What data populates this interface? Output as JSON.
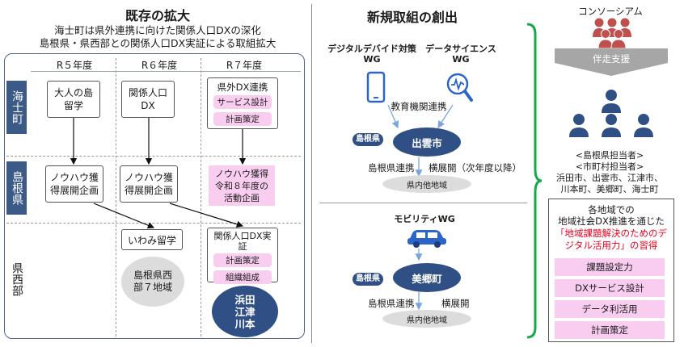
{
  "left": {
    "title": "既存の拡大",
    "subtitle1": "海士町は県外連携に向けた関係人口DXの深化",
    "subtitle2": "島根県・県西部との関係人口DX実証による取組拡大",
    "years": [
      "R５年度",
      "R６年度",
      "R７年度"
    ],
    "rows": [
      "海士町",
      "島根県",
      "県西部"
    ],
    "boxes": {
      "r5_ama": "大人の島留学",
      "r6_ama": "関係人口DX",
      "r7_ama_title": "県外DX連携",
      "r7_ama_pills": [
        "サービス設計",
        "計画策定"
      ],
      "r5_shimane": "ノウハウ獲得展開企画",
      "r6_shimane": "ノウハウ獲得展開企画",
      "r7_shimane": "ノウハウ獲得令和８年度の活動企画",
      "r6_west_iwami": "いわみ留学",
      "r6_west_circle": "島根県西部７地域",
      "r7_west_title": "関係人口DX実証",
      "r7_west_pills": [
        "計画策定",
        "組織組成"
      ],
      "r7_west_circle": "浜田江津川本"
    }
  },
  "middle": {
    "title": "新規取組の創出",
    "wg1": "デジタルデバイド対策WG",
    "wg2": "データサイエンスWG",
    "edu_link": "教育機関連携",
    "badge1": "島根県",
    "city1": "出雲市",
    "pref_link1": "島根県連携",
    "expand1": "横展開（次年度以降）",
    "other1": "県内他地域",
    "wg3": "モビリティWG",
    "badge2": "島根県",
    "city2": "美郷町",
    "pref_link2": "島根県連携",
    "expand2": "横展開",
    "other2": "県内他地域"
  },
  "right": {
    "consortium": "コンソーシアム",
    "support": "伴走支援",
    "officers1": "<島根県担当者>",
    "officers2": "<市町村担当者>",
    "cities1": "浜田市、出雲市、江津市、",
    "cities2": "川本町、美郷町、海士町",
    "goal1": "各地域での",
    "goal2": "地域社会DX推進を通じた",
    "goal3": "「地域課題解決のためのデ",
    "goal4": "ジタル活用力」の習得",
    "skills": [
      "課題設定力",
      "DXサービス設計",
      "データ利活用",
      "計画策定"
    ]
  },
  "colors": {
    "navy": "#3b5a88",
    "pink": "#f9cdef",
    "green": "#17a84a",
    "red": "#e6001e",
    "grey_circle": "#dcdcdc"
  }
}
